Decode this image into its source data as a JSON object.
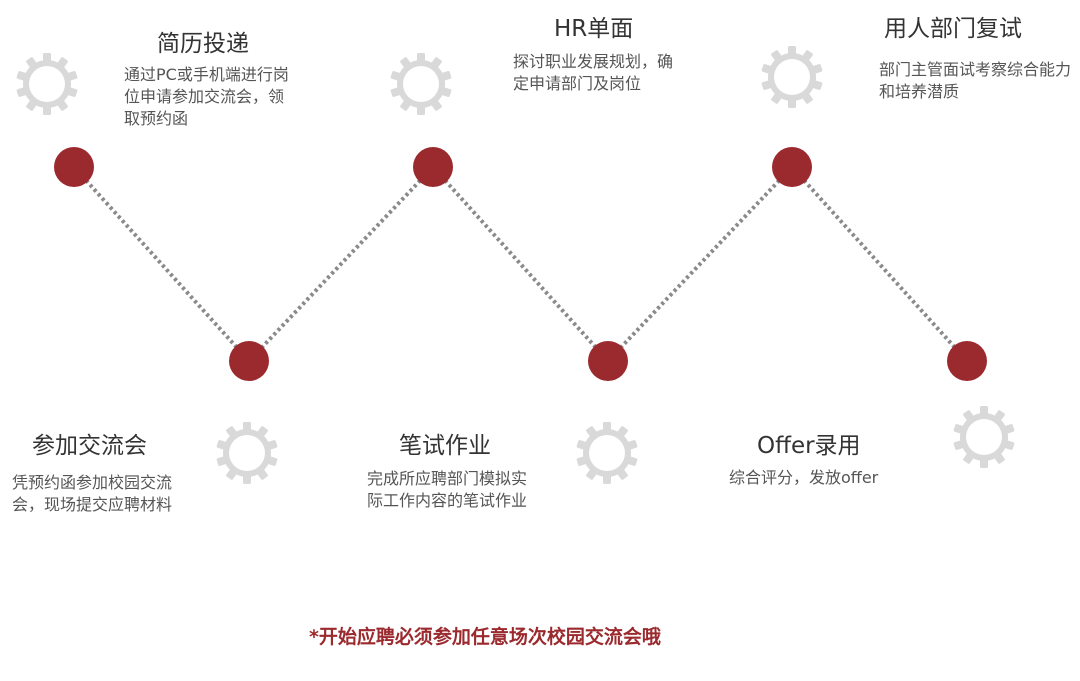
{
  "colors": {
    "node": "#9b2a2e",
    "line": "#8a8a8a",
    "gear": "#d9d9d9",
    "title_text": "#333333",
    "desc_text": "#555555",
    "note_text": "#9b2a2e"
  },
  "icon": "gear-icon",
  "steps": [
    {
      "title": "简历投递",
      "desc": "通过PC或手机端进行岗位申请参加交流会，领取预约函"
    },
    {
      "title": "参加交流会",
      "desc": "凭预约函参加校园交流会，现场提交应聘材料"
    },
    {
      "title": "HR单面",
      "desc": "探讨职业发展规划，确定申请部门及岗位"
    },
    {
      "title": "笔试作业",
      "desc": "完成所应聘部门模拟实际工作内容的笔试作业"
    },
    {
      "title": "用人部门复试",
      "desc": "部门主管面试考察综合能力和培养潜质"
    },
    {
      "title": "Offer录用",
      "desc": "综合评分，发放offer"
    }
  ],
  "note": "*开始应聘必须参加任意场次校园交流会哦"
}
